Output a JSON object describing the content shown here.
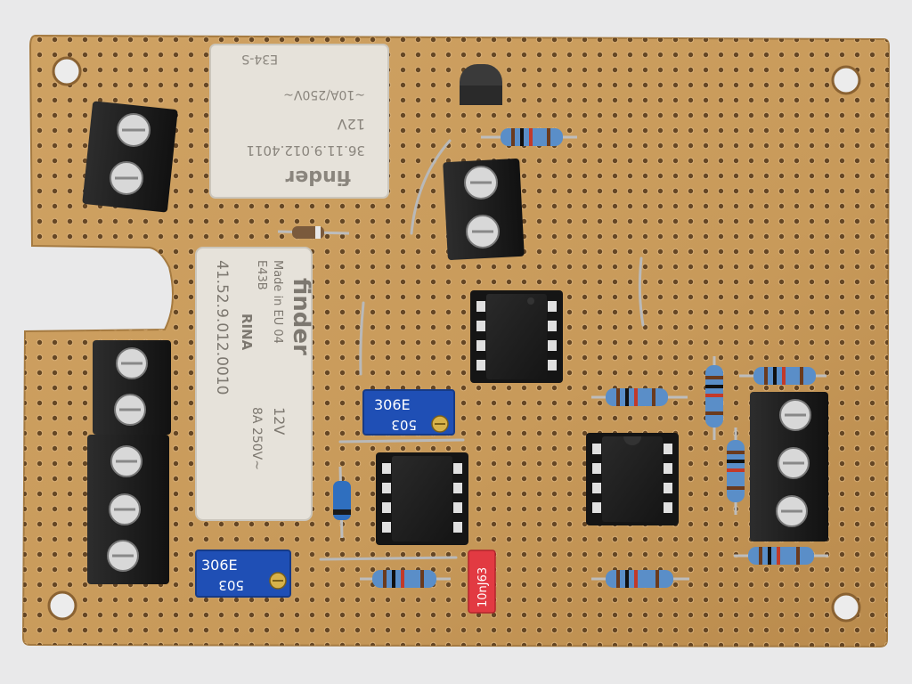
{
  "photo": {
    "subject": "stripboard",
    "colors": {
      "background": "#e9e9ea",
      "board": "#c89a5a",
      "hole": "#5a3d1e",
      "relay": "#e6e2da",
      "terminal": "#1f1f1f",
      "screw": "#cfcfcf",
      "trimmer": "#1f4fb5",
      "ic": "#202020",
      "resistor": "#5a8ec8",
      "capacitor": "#e23a42"
    }
  },
  "relay_top": {
    "line1": "E34-S",
    "line2": "~10A/250V~",
    "line3": "12V",
    "line4": "36.11.9.012.4011",
    "brand": "finder"
  },
  "relay_side": {
    "brand": "finder",
    "line1": "Made in EU 04",
    "line2": "E43B",
    "line3": "RINA",
    "line4": "41.52.9.012.0010",
    "line5": "12V",
    "line6": "8A 250V~"
  },
  "trimmer_center": {
    "code": "306E",
    "value": "503"
  },
  "trimmer_left": {
    "code": "306E",
    "value": "503"
  },
  "capacitor": {
    "label": "10nJ63"
  }
}
